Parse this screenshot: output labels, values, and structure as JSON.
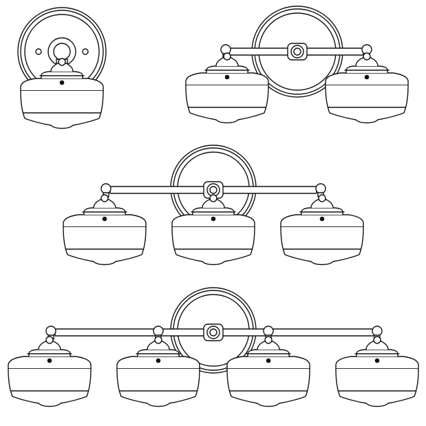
{
  "colors": {
    "background": "#ffffff",
    "line": "#111111"
  },
  "fixtures": [
    {
      "name": "single-light-sconce",
      "lights": 1
    },
    {
      "name": "two-light-vanity",
      "lights": 2
    },
    {
      "name": "three-light-vanity",
      "lights": 3
    },
    {
      "name": "four-light-vanity",
      "lights": 4
    }
  ]
}
